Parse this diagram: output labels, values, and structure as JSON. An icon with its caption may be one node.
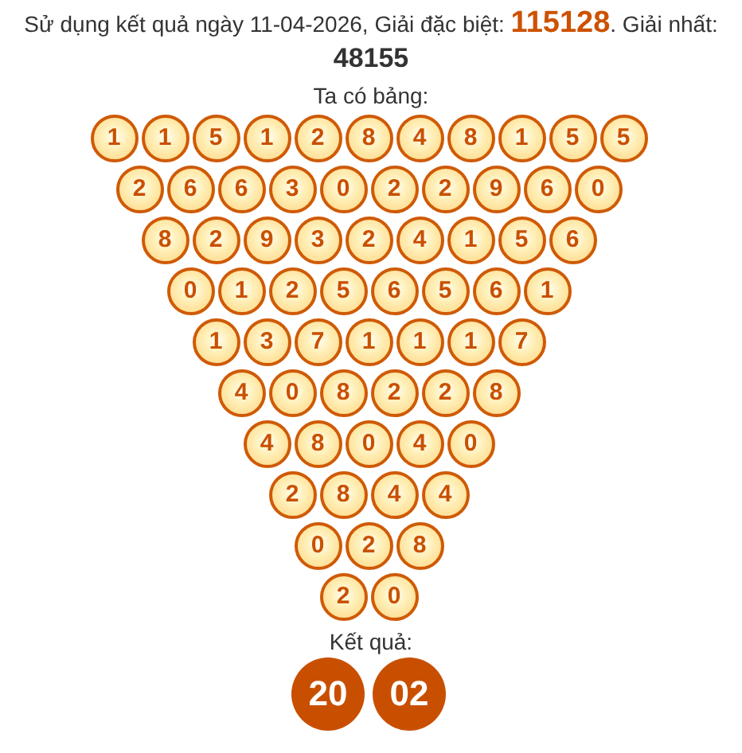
{
  "diagram": {
    "title": "Sử dụng kết quả ngày 11-04-2026, Giải đặc biệt: **115128**. Giải nhất: **48155**",
    "nodes": [
      {
        "text": [
          "1"
        ]
      },
      {
        "text": [
          "1"
        ]
      },
      {
        "text": [
          "5"
        ]
      },
      {
        "text": [
          "1"
        ]
      },
      {
        "text": [
          "2"
        ]
      },
      {
        "text": [
          "8"
        ]
      },
      {
        "text": [
          "4"
        ]
      },
      {
        "text": [
          "8"
        ]
      },
      {
        "text": [
          "1"
        ]
      },
      {
        "text": [
          "5"
        ]
      },
      {
        "text": [
          "5"
        ]
      },
      {
        "text": [
          "2"
        ]
      },
      {
        "text": [
          "6"
        ]
      },
      {
        "text": [
          "6"
        ]
      },
      {
        "text": [
          "3"
        ]
      },
      {
        "text": [
          "0"
        ]
      },
      {
        "text": [
          "2"
        ]
      },
      {
        "text": [
          "2"
        ]
      },
      {
        "text": [
          "9"
        ]
      },
      {
        "text": [
          "6"
        ]
      },
      {
        "text": [
          "0"
        ]
      },
      {
        "text": [
          "8"
        ]
      },
      {
        "text": [
          "2"
        ]
      },
      {
        "text": [
          "9"
        ]
      },
      {
        "text": [
          "3"
        ]
      },
      {
        "text": [
          "2"
        ]
      },
      {
        "text": [
          "4"
        ]
      },
      {
        "text": [
          "1"
        ]
      },
      {
        "text": [
          "5"
        ]
      },
      {
        "text": [
          "6"
        ]
      },
      {
        "text": [
          "0"
        ]
      },
      {
        "text": [
          "1"
        ]
      },
      {
        "text": [
          "2"
        ]
      },
      {
        "text": [
          "5"
        ]
      },
      {
        "text": [
          "6"
        ]
      },
      {
        "text": [
          "5"
        ]
      },
      {
        "text": [
          "6"
        ]
      },
      {
        "text": [
          "1"
        ]
      },
      {
        "text": [
          "1"
        ]
      },
      {
        "text": [
          "3"
        ]
      },
      {
        "text": [
          "7"
        ]
      },
      {
        "text": [
          "1"
        ]
      },
      {
        "text": [
          "1"
        ]
      },
      {
        "text": [
          "1"
        ]
      },
      {
        "text": [
          "7"
        ]
      },
      {
        "text": [
          "4"
        ]
      },
      {
        "text": [
          "0"
        ]
      },
      {
        "text": [
          "8"
        ]
      },
      {
        "text": [
          "2"
        ]
      },
      {
        "text": [
          "2"
        ]
      },
      {
        "text": [
          "8"
        ]
      },
      {
        "text": [
          "4"
        ]
      },
      {
        "text": [
          "8"
        ]
      },
      {
        "text": [
          "0"
        ]
      },
      {
        "text": [
          "4"
        ]
      },
      {
        "text": [
          "0"
        ]
      },
      {
        "text": [
          "2"
        ]
      },
      {
        "text": [
          "8"
        ]
      },
      {
        "text": [
          "4"
        ]
      },
      {
        "text": [
          "4"
        ]
      },
      {
        "text": [
          "0"
        ]
      },
      {
        "text": [
          "2"
        ]
      },
      {
        "text": [
          "8"
        ]
      },
      {
        "text": [
          "2"
        ]
      },
      {
        "text": [
          "0"
        ]
      },
      {
        "text": [
          "20"
        ]
      },
      {
        "text": [
          "02"
        ]
      }
    ],
    "labels": [
      "Ta có bảng:",
      "Kết quả:"
    ]
  }
}
